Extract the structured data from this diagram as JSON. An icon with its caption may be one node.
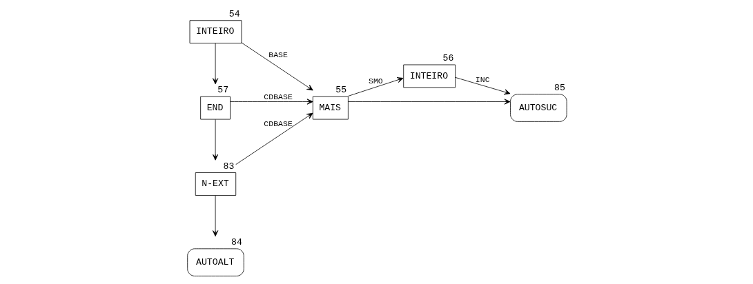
{
  "diagram": {
    "nodes": [
      {
        "text": [
          "INTEIRO"
        ],
        "beside": [
          "54"
        ]
      },
      {
        "text": [
          "MAIS"
        ],
        "beside": [
          "55"
        ]
      },
      {
        "text": [
          "INTEIRO"
        ],
        "beside": [
          "56"
        ]
      },
      {
        "text": [
          "END"
        ],
        "beside": [
          "57"
        ]
      },
      {
        "text": [
          "N-EXT"
        ],
        "beside": [
          "83"
        ]
      },
      {
        "text": [
          "AUTOALT"
        ],
        "beside": [
          "84"
        ]
      },
      {
        "text": [
          "AUTOSUC"
        ],
        "beside": [
          "85"
        ]
      }
    ],
    "edges": [
      {
        "from": 0,
        "to": 1,
        "arrow": "to",
        "label": "BASE"
      },
      {
        "from": 1,
        "to": 2,
        "arrow": "to",
        "label": "SMO"
      },
      {
        "from": 2,
        "to": 6,
        "arrow": "to",
        "label": "INC"
      },
      {
        "from": 0,
        "to": 3,
        "arrow": "to"
      },
      {
        "from": 3,
        "to": 4,
        "arrow": "to"
      },
      {
        "from": 4,
        "to": 5,
        "arrow": "to"
      },
      {
        "from": 3,
        "to": 1,
        "arrow": "to",
        "label": "CDBASE"
      },
      {
        "from": 4,
        "to": 1,
        "arrow": "to",
        "label": "CDBASE"
      },
      {
        "from": 1,
        "to": 6,
        "arrow": "to"
      }
    ]
  }
}
